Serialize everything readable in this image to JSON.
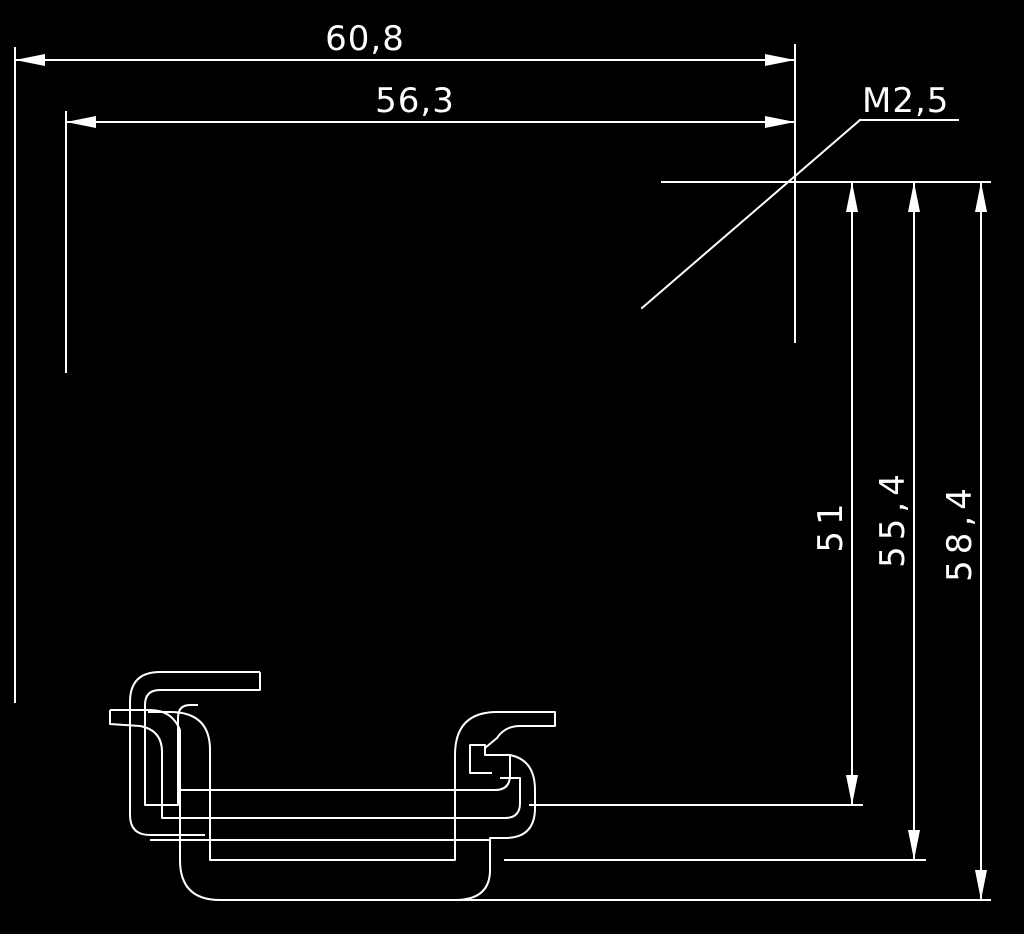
{
  "drawing": {
    "background": "#000000",
    "line_color": "#ffffff",
    "dimensions": {
      "width_overall": "60,8",
      "width_inner": "56,3",
      "thread": "M2,5",
      "height_small": "51",
      "height_medium": "55,4",
      "height_large": "58,4"
    }
  }
}
